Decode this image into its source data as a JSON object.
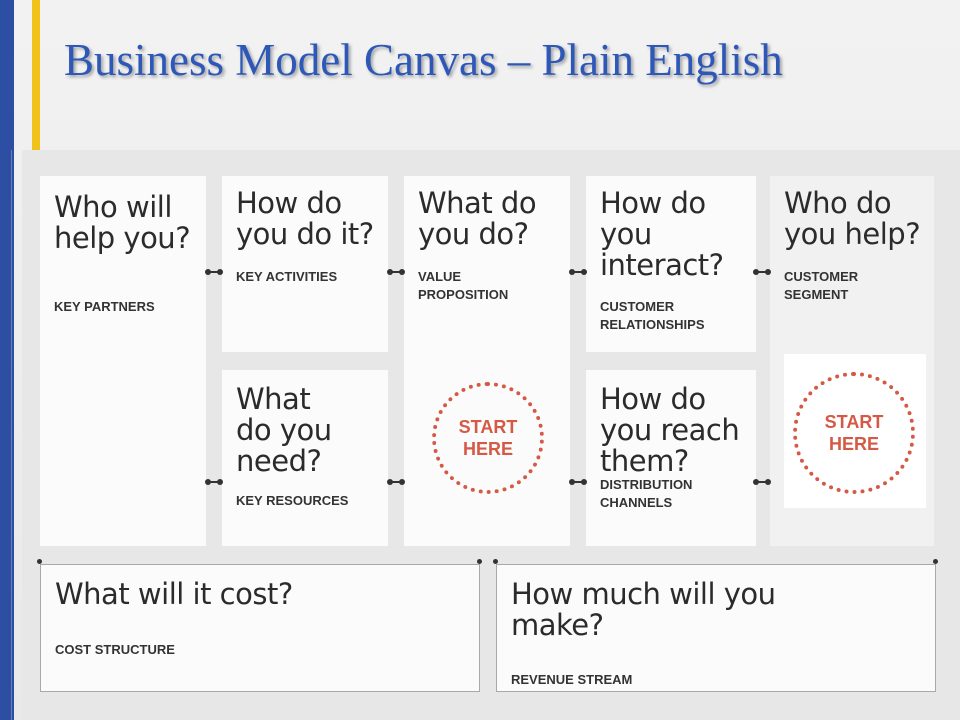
{
  "title": "Business Model Canvas – Plain English",
  "colors": {
    "title": "#2e58b8",
    "accent_bar": "#2d4fa3",
    "gold_bar": "#f2c21c",
    "start_here": "#d45a45"
  },
  "blocks": {
    "key_partners": {
      "question": "Who will\nhelp you?",
      "label": "KEY PARTNERS"
    },
    "key_activities": {
      "question": "How do\nyou do it?",
      "label": "KEY ACTIVITIES"
    },
    "key_resources": {
      "question": "What\ndo you\nneed?",
      "label": "KEY RESOURCES"
    },
    "value_proposition": {
      "question": "What do\nyou do?",
      "label": "VALUE\nPROPOSITION"
    },
    "customer_relationships": {
      "question": "How do\nyou\ninteract?",
      "label": "CUSTOMER\nRELATIONSHIPS"
    },
    "distribution_channels": {
      "question": "How do\nyou reach\nthem?",
      "label": "DISTRIBUTION\nCHANNELS"
    },
    "customer_segment": {
      "question": "Who do\nyou help?",
      "label": "CUSTOMER\nSEGMENT"
    },
    "cost_structure": {
      "question": "What will it cost?",
      "label": "COST STRUCTURE"
    },
    "revenue_stream": {
      "question": "How much will you\nmake?",
      "label": "REVENUE STREAM"
    }
  },
  "start_here": "START\nHERE"
}
